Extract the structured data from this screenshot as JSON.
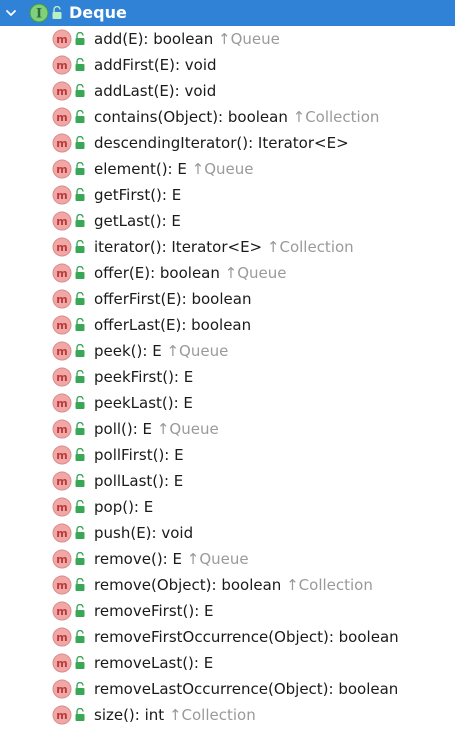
{
  "root": {
    "label": "Deque",
    "icon": "interface-icon",
    "visibility_icon": "lock-open-icon",
    "expanded": true
  },
  "colors": {
    "selection": "#2f82d6",
    "method_icon": "#f2a7a7",
    "method_letter": "#b83c3c",
    "lock_green": "#3aa757",
    "origin_gray": "#9a9a9a"
  },
  "methods": [
    {
      "signature": "add(E): boolean",
      "origin": "↑Queue"
    },
    {
      "signature": "addFirst(E): void",
      "origin": ""
    },
    {
      "signature": "addLast(E): void",
      "origin": ""
    },
    {
      "signature": "contains(Object): boolean",
      "origin": "↑Collection"
    },
    {
      "signature": "descendingIterator(): Iterator<E>",
      "origin": ""
    },
    {
      "signature": "element(): E",
      "origin": "↑Queue"
    },
    {
      "signature": "getFirst(): E",
      "origin": ""
    },
    {
      "signature": "getLast(): E",
      "origin": ""
    },
    {
      "signature": "iterator(): Iterator<E>",
      "origin": "↑Collection"
    },
    {
      "signature": "offer(E): boolean",
      "origin": "↑Queue"
    },
    {
      "signature": "offerFirst(E): boolean",
      "origin": ""
    },
    {
      "signature": "offerLast(E): boolean",
      "origin": ""
    },
    {
      "signature": "peek(): E",
      "origin": "↑Queue"
    },
    {
      "signature": "peekFirst(): E",
      "origin": ""
    },
    {
      "signature": "peekLast(): E",
      "origin": ""
    },
    {
      "signature": "poll(): E",
      "origin": "↑Queue"
    },
    {
      "signature": "pollFirst(): E",
      "origin": ""
    },
    {
      "signature": "pollLast(): E",
      "origin": ""
    },
    {
      "signature": "pop(): E",
      "origin": ""
    },
    {
      "signature": "push(E): void",
      "origin": ""
    },
    {
      "signature": "remove(): E",
      "origin": "↑Queue"
    },
    {
      "signature": "remove(Object): boolean",
      "origin": "↑Collection"
    },
    {
      "signature": "removeFirst(): E",
      "origin": ""
    },
    {
      "signature": "removeFirstOccurrence(Object): boolean",
      "origin": ""
    },
    {
      "signature": "removeLast(): E",
      "origin": ""
    },
    {
      "signature": "removeLastOccurrence(Object): boolean",
      "origin": ""
    },
    {
      "signature": "size(): int",
      "origin": "↑Collection"
    }
  ]
}
